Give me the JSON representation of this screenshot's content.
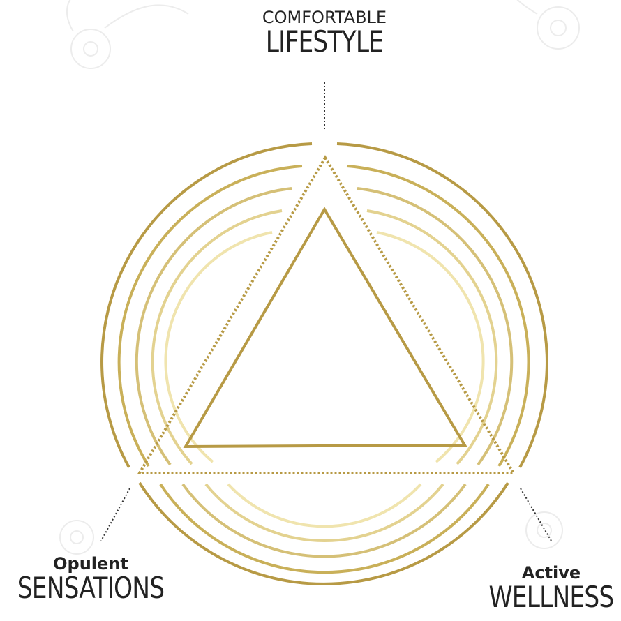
{
  "colors": {
    "gold_dark": "#b79a45",
    "gold_mid": "#cdb766",
    "gold_light": "#e6d690",
    "gold_pale": "#f1e6b2",
    "connector": "#333333",
    "text": "#222222",
    "watermark": "#ececec"
  },
  "labels": {
    "top": {
      "small": "COMFORTABLE",
      "big": "LIFESTYLE"
    },
    "left": {
      "small": "Opulent",
      "big": "SENSATIONS"
    },
    "right": {
      "small": "Active",
      "big": "WELLNESS"
    }
  },
  "decor": {
    "watermark_icon": "flower-ornament-icon"
  }
}
